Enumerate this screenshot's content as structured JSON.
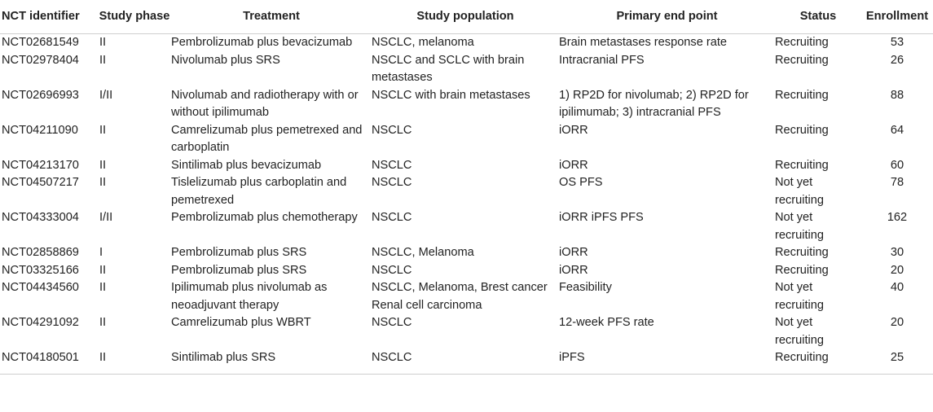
{
  "headers": [
    "NCT identifier",
    "Study phase",
    "Treatment",
    "Study population",
    "Primary end point",
    "Status",
    "Enrollment"
  ],
  "rows": [
    [
      "NCT02681549",
      "II",
      "Pembrolizumab plus bevacizumab",
      "NSCLC, melanoma",
      "Brain metastases response rate",
      "Recruiting",
      "53"
    ],
    [
      "NCT02978404",
      "II",
      "Nivolumab plus SRS",
      "NSCLC and SCLC with brain metastases",
      "Intracranial PFS",
      "Recruiting",
      "26"
    ],
    [
      "NCT02696993",
      "I/II",
      "Nivolumab and radiotherapy with or without ipilimumab",
      "NSCLC with brain metastases",
      "1) RP2D for nivolumab; 2) RP2D for ipilimumab; 3) intracranial PFS",
      "Recruiting",
      "88"
    ],
    [
      "NCT04211090",
      "II",
      "Camrelizumab plus pemetrexed and carboplatin",
      "NSCLC",
      "iORR",
      "Recruiting",
      "64"
    ],
    [
      "NCT04213170",
      "II",
      "Sintilimab plus bevacizumab",
      "NSCLC",
      "iORR",
      "Recruiting",
      "60"
    ],
    [
      "NCT04507217",
      "II",
      "Tislelizumab plus carboplatin and pemetrexed",
      "NSCLC",
      "OS PFS",
      "Not yet recruiting",
      "78"
    ],
    [
      "NCT04333004",
      "I/II",
      "Pembrolizumab plus chemotherapy",
      "NSCLC",
      "iORR iPFS PFS",
      "Not yet recruiting",
      "162"
    ],
    [
      "NCT02858869",
      "I",
      "Pembrolizumab plus SRS",
      "NSCLC, Melanoma",
      "iORR",
      "Recruiting",
      "30"
    ],
    [
      "NCT03325166",
      "II",
      "Pembrolizumab plus SRS",
      "NSCLC",
      "iORR",
      "Recruiting",
      "20"
    ],
    [
      "NCT04434560",
      "II",
      "Ipilimumab plus nivolumab as neoadjuvant therapy",
      "NSCLC, Melanoma, Brest cancer Renal cell carcinoma",
      "Feasibility",
      "Not yet recruiting",
      "40"
    ],
    [
      "NCT04291092",
      "II",
      "Camrelizumab plus WBRT",
      "NSCLC",
      "12-week PFS rate",
      "Not yet recruiting",
      "20"
    ],
    [
      "NCT04180501",
      "II",
      "Sintilimab plus SRS",
      "NSCLC",
      "iPFS",
      "Recruiting",
      "25"
    ]
  ]
}
